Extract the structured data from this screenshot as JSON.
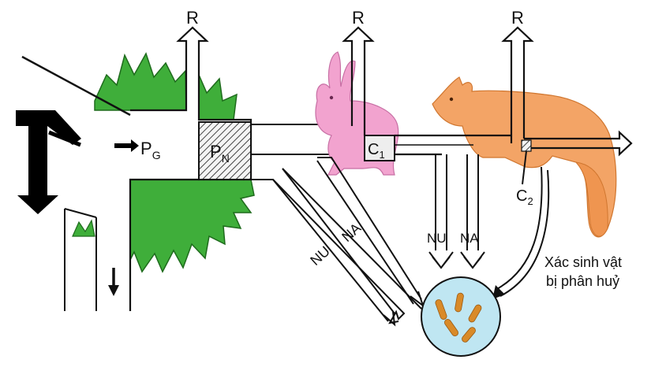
{
  "labels": {
    "respiration": "R",
    "gross_production": "P",
    "gross_production_sub": "G",
    "net_production": "P",
    "net_production_sub": "N",
    "consumer1": "C",
    "consumer1_sub": "1",
    "consumer2": "C",
    "consumer2_sub": "2",
    "unused": "NU",
    "not_assimilated": "NA",
    "decomposed_line1": "Xác sinh vật",
    "decomposed_line2": "bị phân huỷ"
  },
  "colors": {
    "plant": "#3fae3a",
    "rabbit": "#f2a3cf",
    "fox": "#f3a466",
    "decomposer_pool": "#bfe6f2",
    "bacteria": "#d98a28",
    "sun_arrow": "#000000",
    "outline": "#111111"
  },
  "icons": {
    "plant": "grass-leaves",
    "rabbit": "rabbit",
    "fox": "fox",
    "decomposer": "bacteria-dish"
  }
}
